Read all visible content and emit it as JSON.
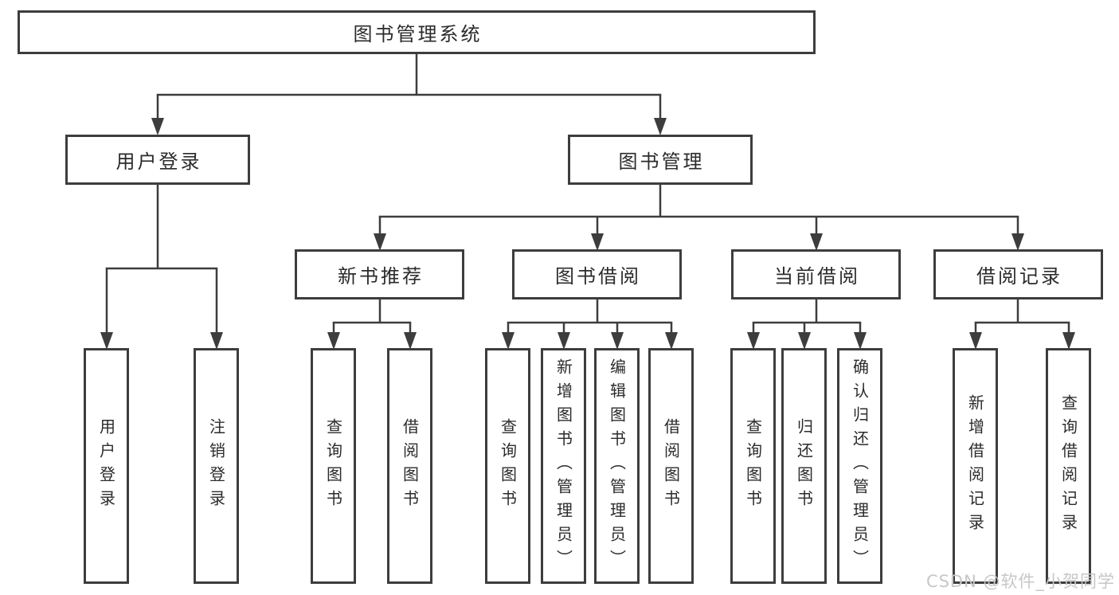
{
  "colors": {
    "background": "#ffffff",
    "line": "#3d3d3d",
    "text": "#2b2b2b",
    "watermark": "#c7c7c7"
  },
  "watermark": {
    "text": "CSDN @软件_小贺同学"
  },
  "nodes": {
    "root": {
      "label": "图书管理系统"
    },
    "user_login": {
      "label": "用户登录"
    },
    "book_mgmt": {
      "label": "图书管理"
    },
    "new_book_rec": {
      "label": "新书推荐"
    },
    "book_borrow": {
      "label": "图书借阅"
    },
    "current_borrow": {
      "label": "当前借阅"
    },
    "borrow_record": {
      "label": "借阅记录"
    },
    "leaf_login": {
      "label": "用户登录"
    },
    "leaf_logout": {
      "label": "注销登录"
    },
    "leaf_nbr_query": {
      "label": "查询图书"
    },
    "leaf_nbr_borrow": {
      "label": "借阅图书"
    },
    "leaf_bb_query": {
      "label": "查询图书"
    },
    "leaf_bb_add": {
      "label": "新增图书（管理员）"
    },
    "leaf_bb_edit": {
      "label": "编辑图书（管理员）"
    },
    "leaf_bb_borrow": {
      "label": "借阅图书"
    },
    "leaf_cb_query": {
      "label": "查询图书"
    },
    "leaf_cb_return": {
      "label": "归还图书"
    },
    "leaf_cb_confirm": {
      "label": "确认归还（管理员）"
    },
    "leaf_br_add": {
      "label": "新增借阅记录"
    },
    "leaf_br_query": {
      "label": "查询借阅记录"
    }
  },
  "hierarchy": {
    "图书管理系统": {
      "用户登录": [
        "用户登录",
        "注销登录"
      ],
      "图书管理": {
        "新书推荐": [
          "查询图书",
          "借阅图书"
        ],
        "图书借阅": [
          "查询图书",
          "新增图书（管理员）",
          "编辑图书（管理员）",
          "借阅图书"
        ],
        "当前借阅": [
          "查询图书",
          "归还图书",
          "确认归还（管理员）"
        ],
        "借阅记录": [
          "新增借阅记录",
          "查询借阅记录"
        ]
      }
    }
  }
}
